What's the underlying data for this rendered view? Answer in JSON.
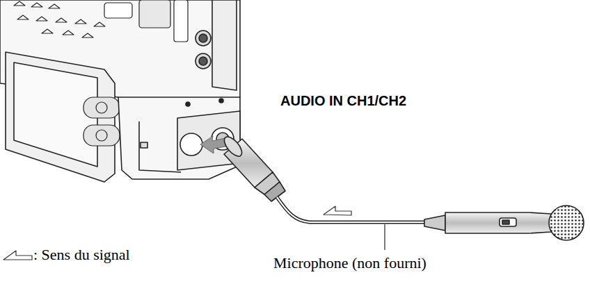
{
  "diagram": {
    "labels": [
      "AUDIO IN CH1/CH2",
      "Microphone (non fourni)"
    ],
    "legend": [
      {
        "text": ": Sens du signal"
      }
    ]
  }
}
